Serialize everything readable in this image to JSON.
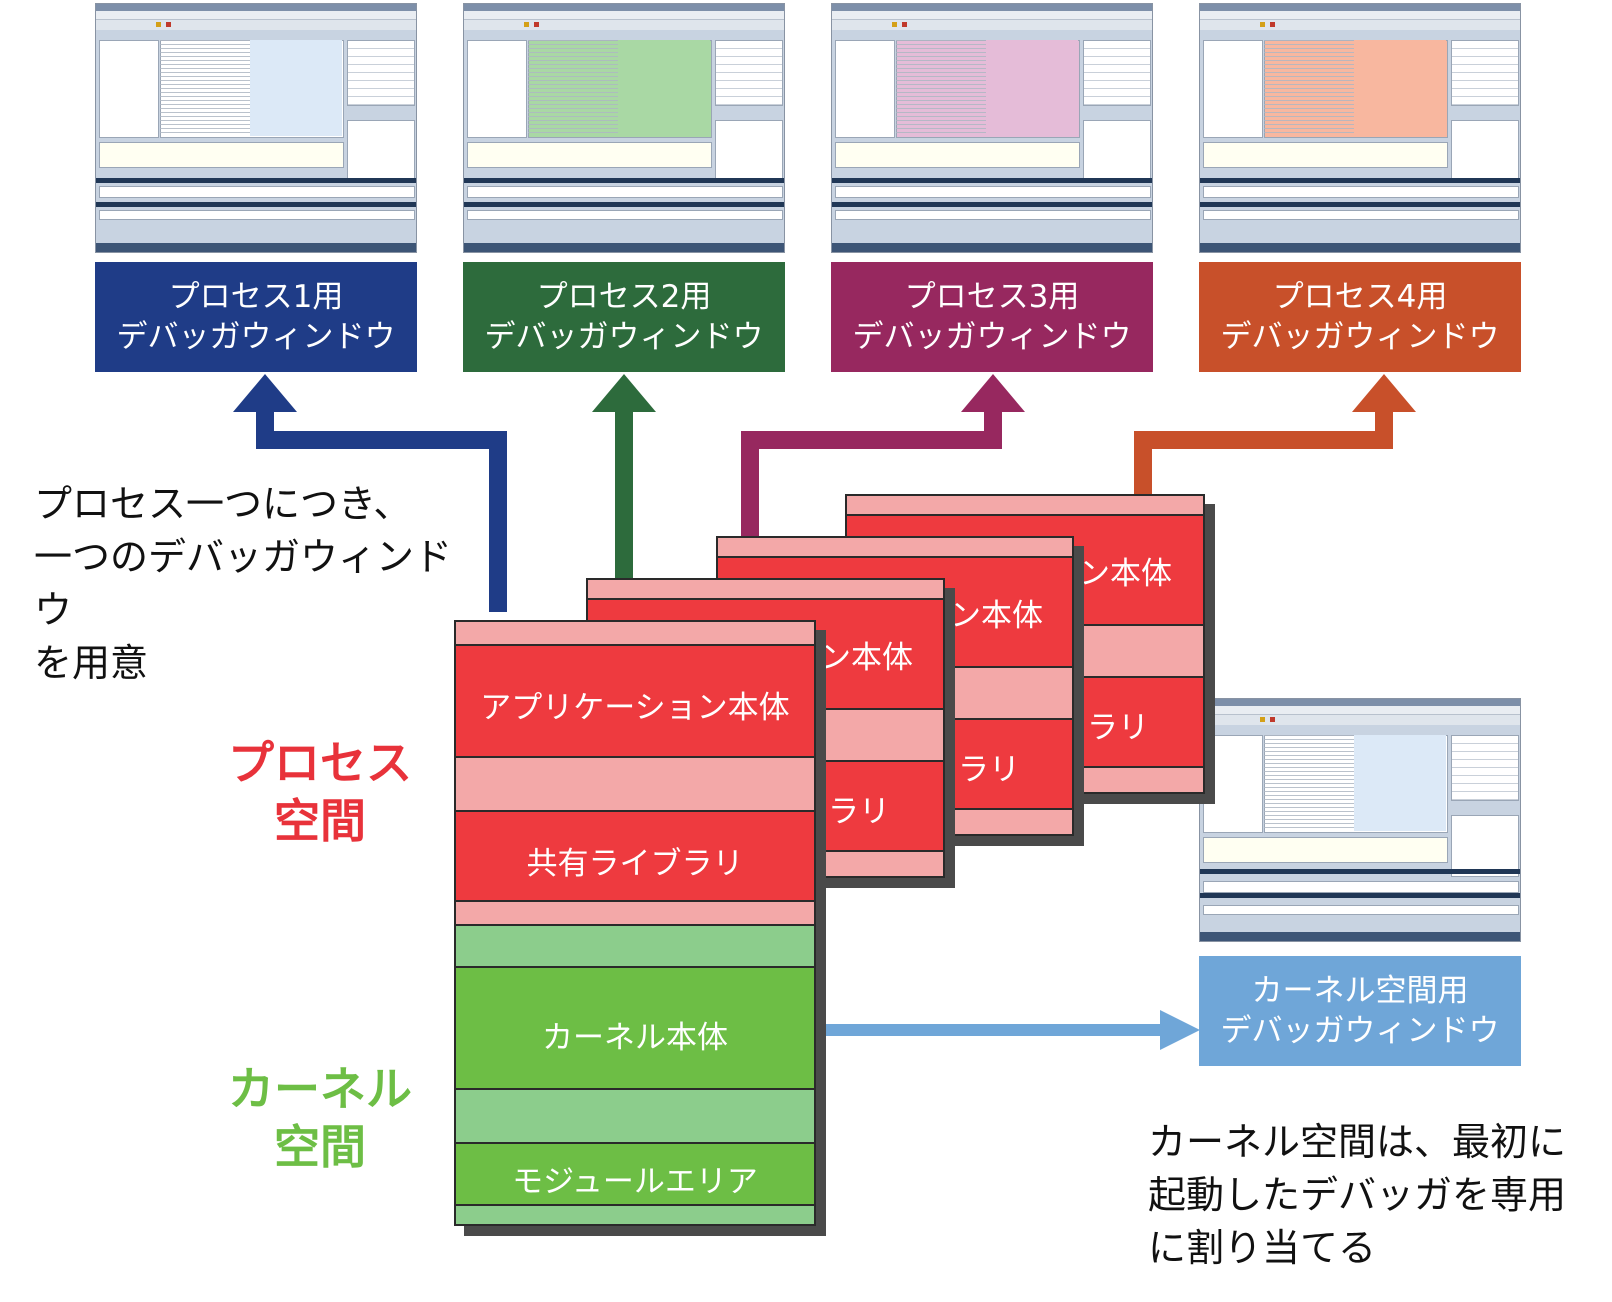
{
  "windows": [
    {
      "label_line1": "プロセス1用",
      "label_line2": "デバッガウィンドウ",
      "color": "#1f3c87",
      "highlight": "#dce9f7"
    },
    {
      "label_line1": "プロセス2用",
      "label_line2": "デバッガウィンドウ",
      "color": "#2d6b3c",
      "highlight": "#a9d8a4"
    },
    {
      "label_line1": "プロセス3用",
      "label_line2": "デバッガウィンドウ",
      "color": "#97285f",
      "highlight": "#e5bcd8"
    },
    {
      "label_line1": "プロセス4用",
      "label_line2": "デバッガウィンドウ",
      "color": "#c8502a",
      "highlight": "#f8b79f"
    }
  ],
  "kernel_window": {
    "label_line1": "カーネル空間用",
    "label_line2": "デバッガウィンドウ",
    "color": "#6fa6d8"
  },
  "notes": {
    "process_line1": "プロセス一つにつき、",
    "process_line2": "一つのデバッガウィンドウ",
    "process_line3": "を用意",
    "kernel_line1": "カーネル空間は、最初に",
    "kernel_line2": "起動したデバッガを専用",
    "kernel_line3": "に割り当てる"
  },
  "sections": {
    "process_line1": "プロセス",
    "process_line2": "空間",
    "process_color": "#e8323a",
    "kernel_line1": "カーネル",
    "kernel_line2": "空間",
    "kernel_color": "#6dbe45"
  },
  "memory": {
    "app_body": "アプリケーション本体",
    "shared_lib": "共有ライブラリ",
    "kernel_body": "カーネル本体",
    "module_area": "モジュールエリア",
    "back_app_fragment": "ン本体",
    "back_lib_fragment": "ラリ"
  }
}
